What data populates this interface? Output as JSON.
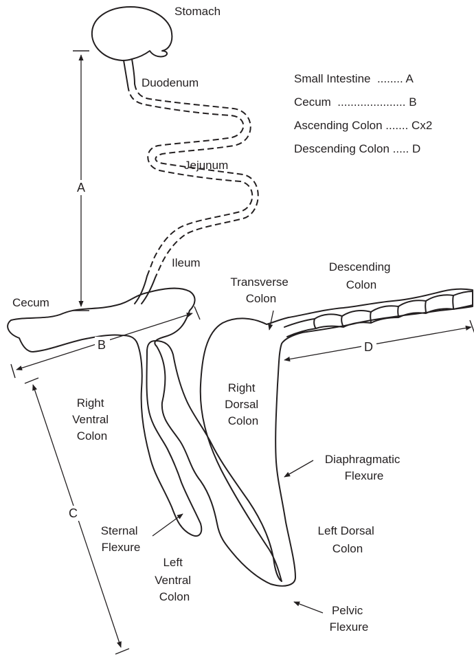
{
  "labels": {
    "stomach": "Stomach",
    "duodenum": "Duodenum",
    "jejunum": "Jejunum",
    "ileum": "Ileum",
    "cecum": "Cecum",
    "transverse_colon_1": "Transverse",
    "transverse_colon_2": "Colon",
    "descending_colon_1": "Descending",
    "descending_colon_2": "Colon",
    "right_ventral_1": "Right",
    "right_ventral_2": "Ventral",
    "right_ventral_3": "Colon",
    "right_dorsal_1": "Right",
    "right_dorsal_2": "Dorsal",
    "right_dorsal_3": "Colon",
    "diaphragmatic_1": "Diaphragmatic",
    "diaphragmatic_2": "Flexure",
    "sternal_1": "Sternal",
    "sternal_2": "Flexure",
    "left_dorsal_1": "Left Dorsal",
    "left_dorsal_2": "Colon",
    "left_ventral_1": "Left",
    "left_ventral_2": "Ventral",
    "left_ventral_3": "Colon",
    "pelvic_1": "Pelvic",
    "pelvic_2": "Flexure"
  },
  "measurements": {
    "a": "A",
    "b": "B",
    "c": "C",
    "d": "D"
  },
  "legend": [
    {
      "text": "Small Intestine  ........ A"
    },
    {
      "text": "Cecum  ..................... B"
    },
    {
      "text": "Ascending Colon ....... Cx2"
    },
    {
      "text": "Descending Colon ..... D"
    }
  ]
}
